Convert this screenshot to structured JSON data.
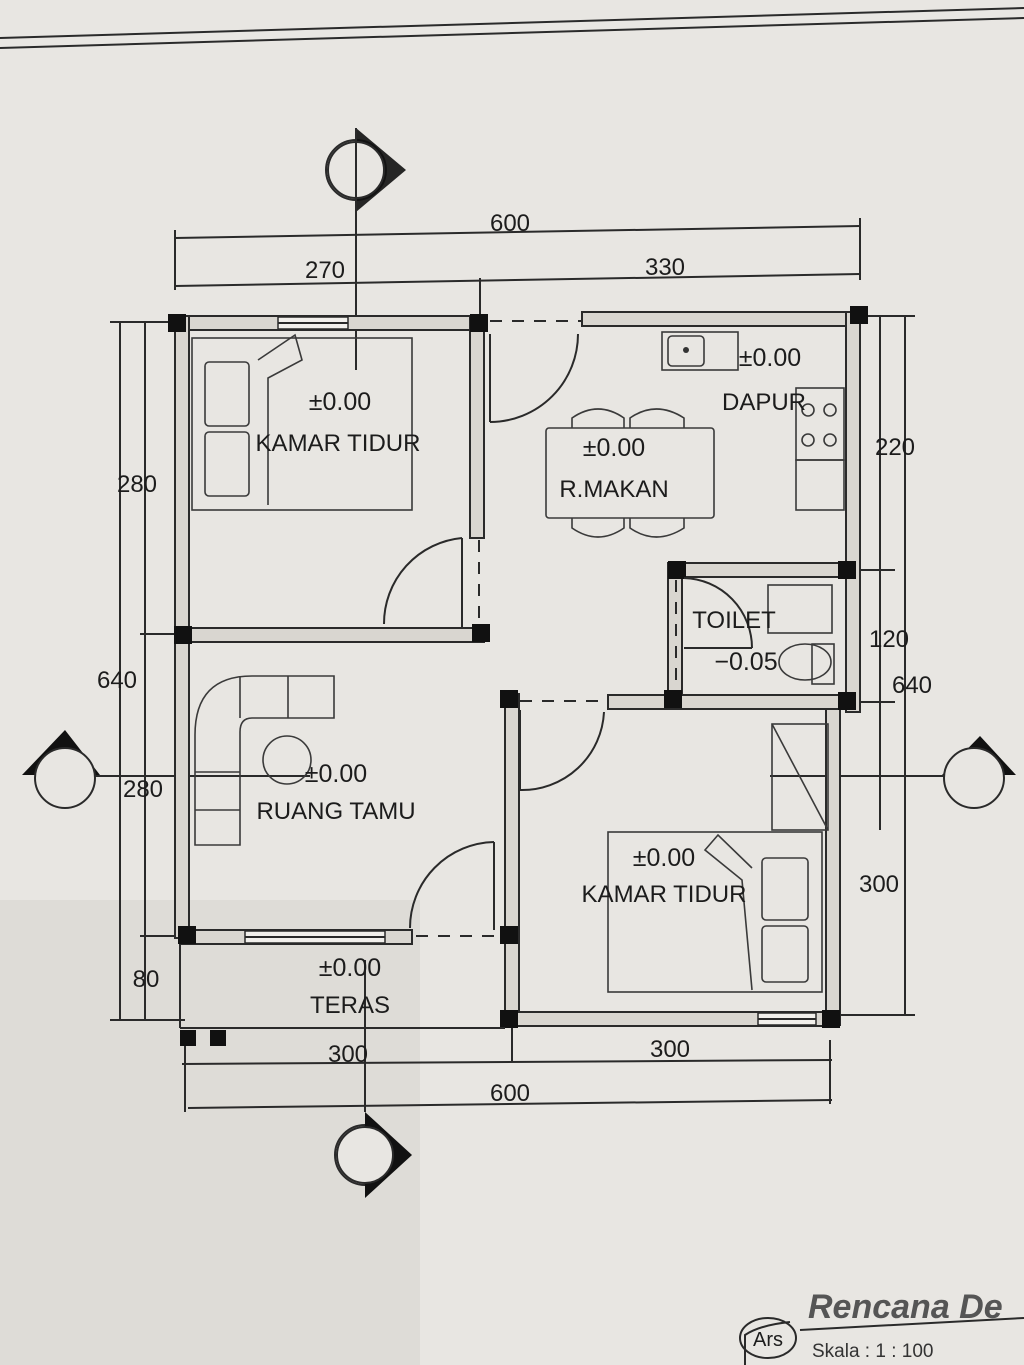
{
  "rooms": {
    "kamar_tidur_1": {
      "name": "KAMAR TIDUR",
      "level": "±0.00"
    },
    "r_makan": {
      "name": "R.MAKAN",
      "level": "±0.00"
    },
    "dapur": {
      "name": "DAPUR",
      "level": "±0.00"
    },
    "toilet": {
      "name": "TOILET",
      "level": "−0.05"
    },
    "ruang_tamu": {
      "name": "RUANG TAMU",
      "level": "±0.00"
    },
    "kamar_tidur_2": {
      "name": "KAMAR TIDUR",
      "level": "±0.00"
    },
    "teras": {
      "name": "TERAS",
      "level": "±0.00"
    }
  },
  "dimensions": {
    "top_total": "600",
    "top_left": "270",
    "top_right": "330",
    "left_total": "640",
    "left_top": "280",
    "left_mid": "280",
    "left_bottom": "80",
    "right_total": "640",
    "right_top": "220",
    "right_mid": "120",
    "right_bottom": "300",
    "bottom_left": "300",
    "bottom_right": "300",
    "bottom_total": "600"
  },
  "title_block": {
    "title": "Rencana De",
    "initials": "Ars",
    "scale": "Skala : 1 : 100"
  }
}
